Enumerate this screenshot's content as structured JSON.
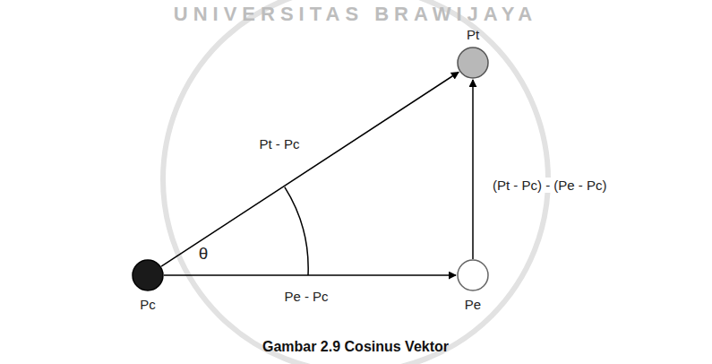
{
  "diagram": {
    "caption": "Gambar 2.9 Cosinus Vektor",
    "nodes": [
      {
        "text": [
          "Pt"
        ]
      },
      {
        "text": [
          "Pc"
        ]
      },
      {
        "text": [
          "Pe"
        ]
      }
    ],
    "edges": [
      {
        "from": 1,
        "to": 0,
        "arrow": "to",
        "label": "Pt - Pc"
      },
      {
        "from": 1,
        "to": 2,
        "arrow": "to",
        "label": "Pe - Pc"
      },
      {
        "from": 2,
        "to": 0,
        "arrow": "to",
        "label": "(Pt - Pc) - (Pe - Pc)"
      }
    ],
    "labels": [
      "θ",
      "UNIVERSITAS BRAWIJAYA"
    ]
  }
}
